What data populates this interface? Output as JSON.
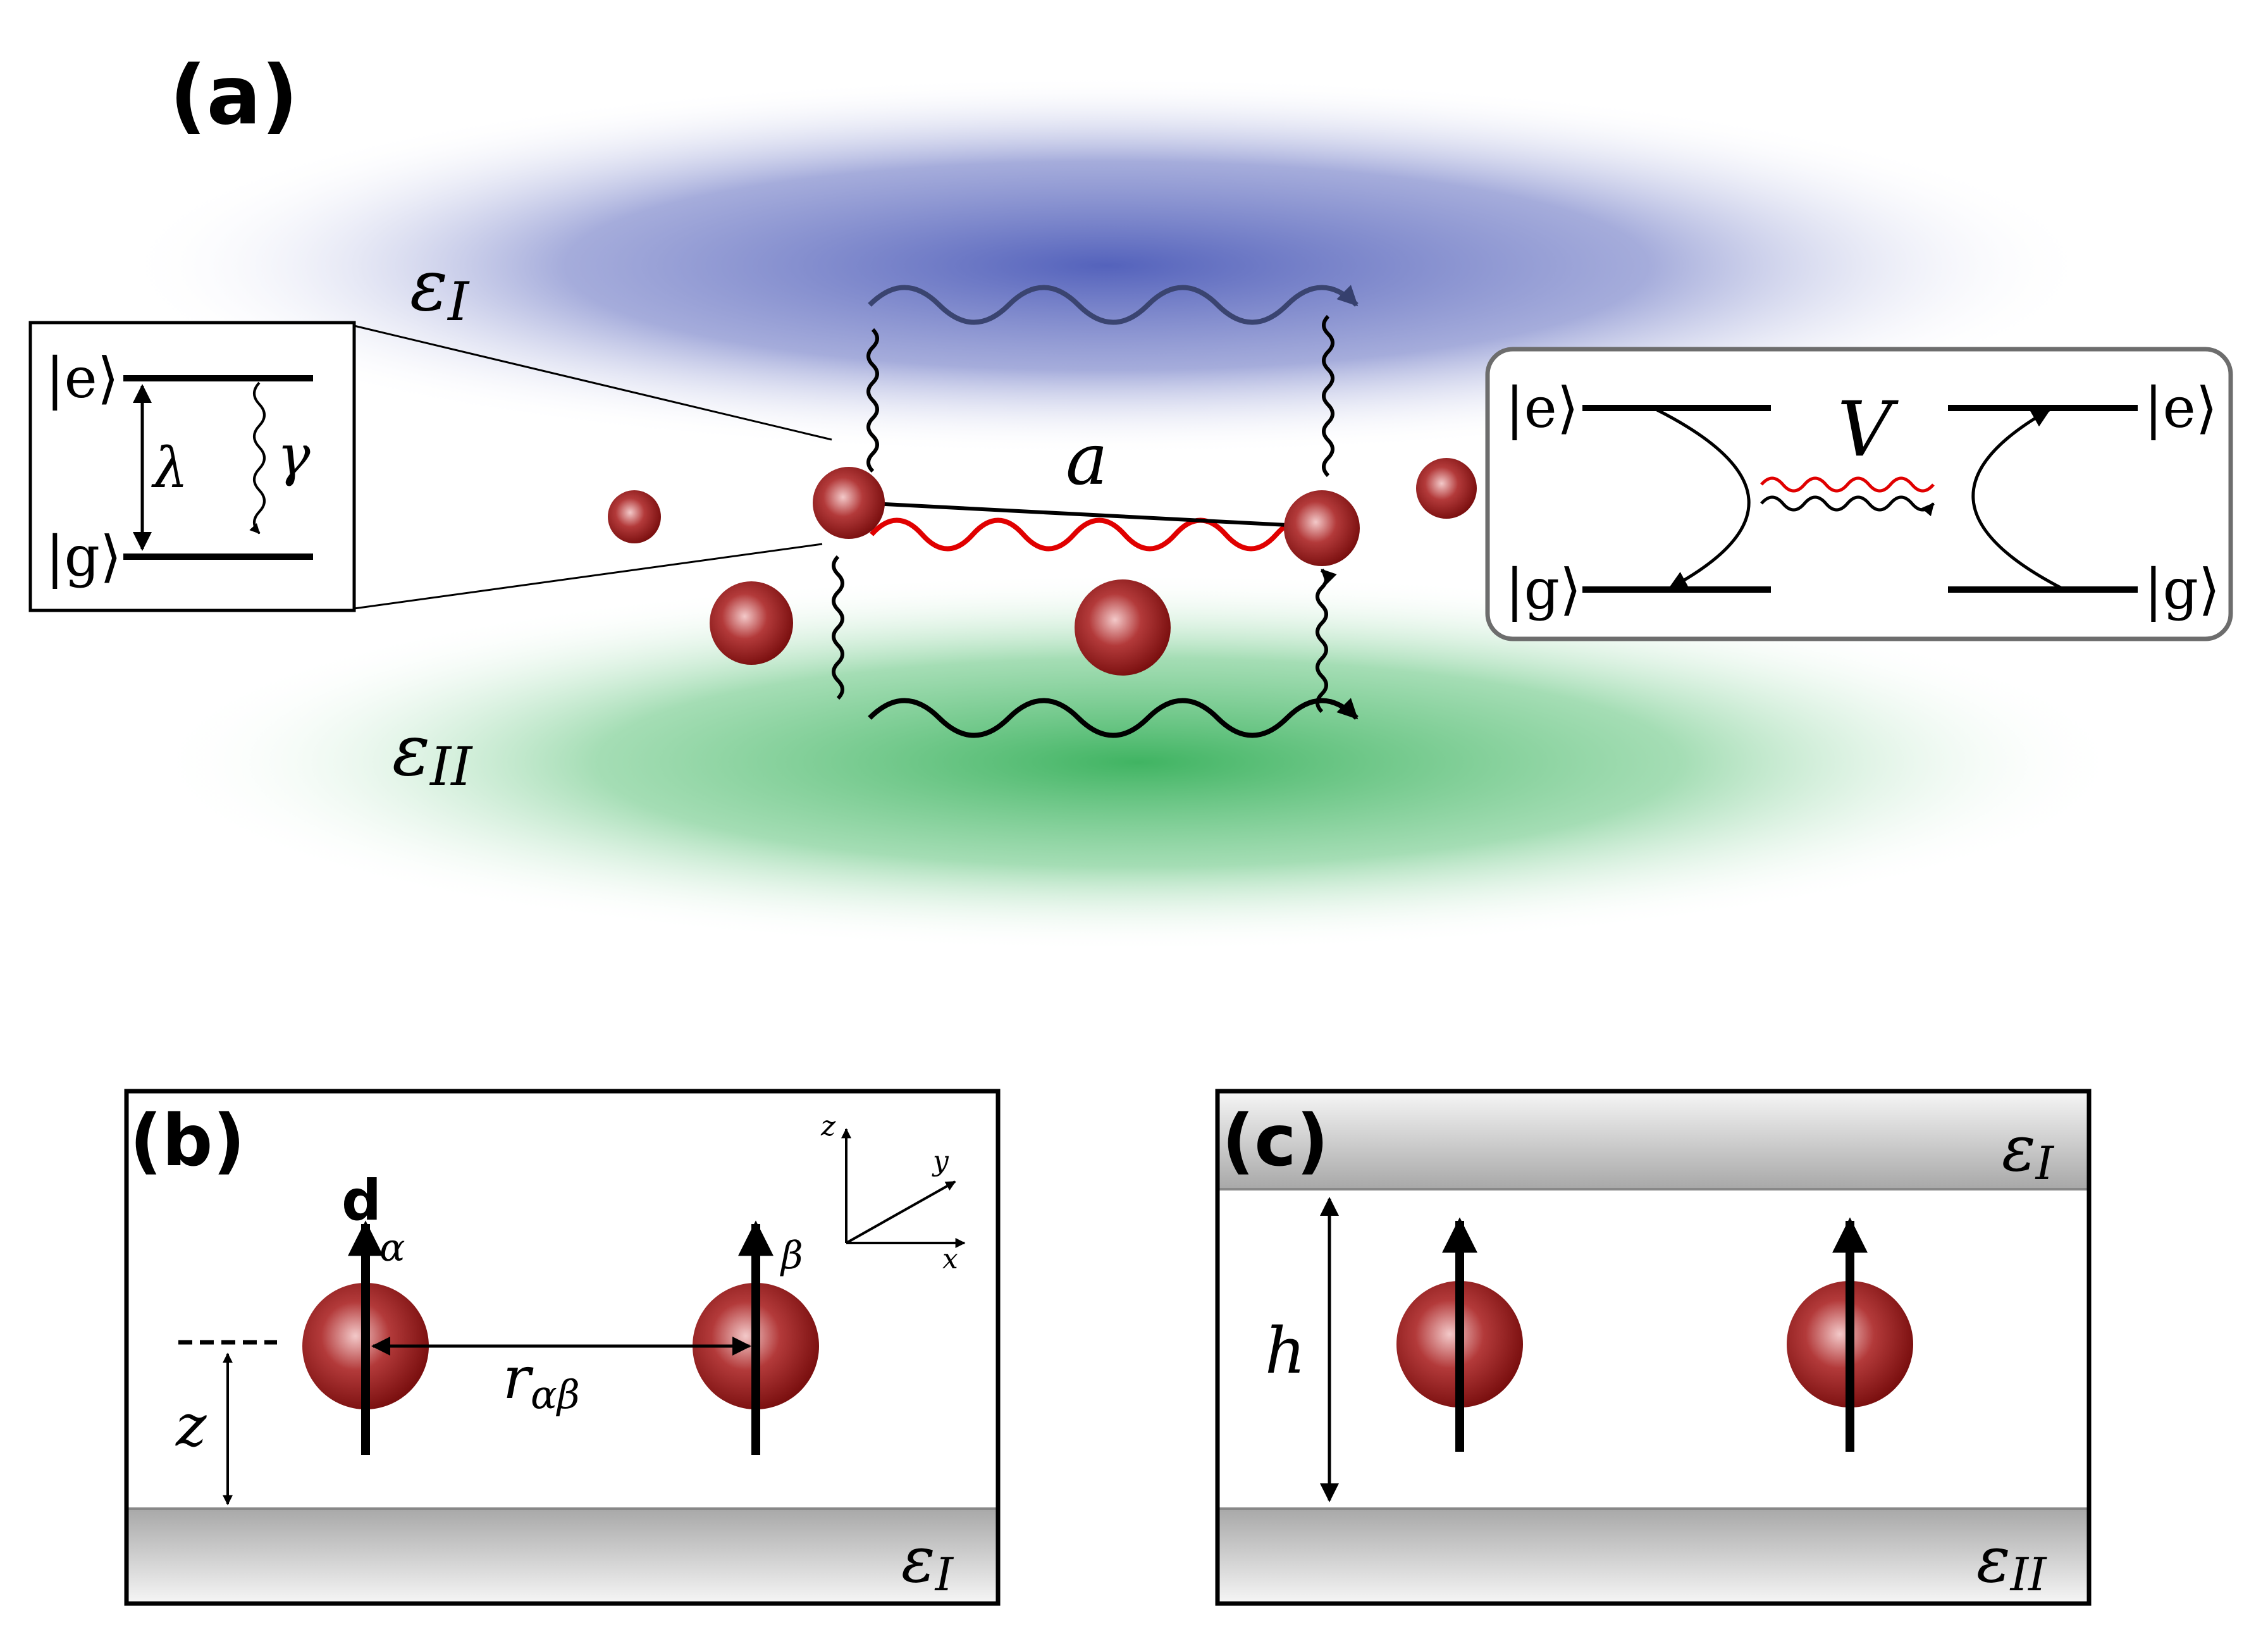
{
  "panel_a": {
    "tag": "(a)",
    "eps_top": "ε",
    "eps_top_sub": "I",
    "eps_bottom": "ε",
    "eps_bottom_sub": "II",
    "separation": "a",
    "left_inset": {
      "excited": "|e⟩",
      "ground": "|g⟩",
      "pump": "λ",
      "decay": "γ"
    },
    "right_inset": {
      "excited_left": "|e⟩",
      "ground_left": "|g⟩",
      "excited_right": "|e⟩",
      "ground_right": "|g⟩",
      "coupling": "V"
    }
  },
  "panel_b": {
    "tag": "(b)",
    "dipole": "d",
    "atom1": "α",
    "atom2": "β",
    "distance": "r",
    "distance_sub": "αβ",
    "height": "z",
    "substrate": "ε",
    "substrate_sub": "I",
    "axis_x": "x",
    "axis_y": "y",
    "axis_z": "z"
  },
  "panel_c": {
    "tag": "(c)",
    "top_medium": "ε",
    "top_medium_sub": "I",
    "bottom_medium": "ε",
    "bottom_medium_sub": "II",
    "gap": "h"
  },
  "colors": {
    "atom": "#9b1c1c",
    "medium_I": "#3f51b5",
    "medium_II": "#2e9e4f",
    "photon": "#e00000"
  }
}
